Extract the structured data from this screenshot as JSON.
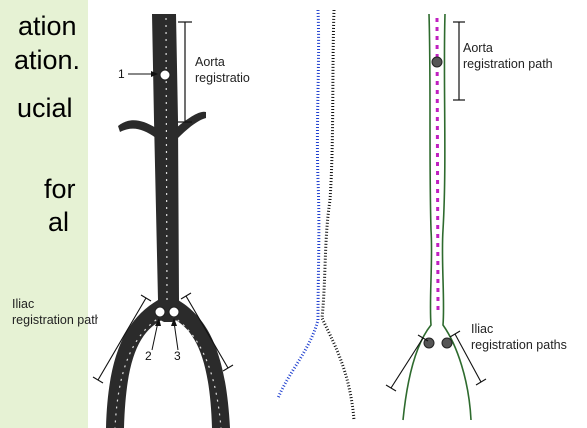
{
  "slide_text": {
    "line1": "ation",
    "line2": "ation.",
    "line3": "ucial",
    "line4": "for",
    "line5": "al"
  },
  "figure_left": {
    "aorta_label_1": "Aorta",
    "aorta_label_2": "registration path",
    "iliac_label_1": "Iliac",
    "iliac_label_2": "registration paths",
    "marker_1": "1",
    "marker_2": "2",
    "marker_3": "3"
  },
  "figure_right": {
    "aorta_label_1": "Aorta",
    "aorta_label_2": "registration path",
    "iliac_label_1": "Iliac",
    "iliac_label_2": "registration paths"
  },
  "colors": {
    "background": "#e6f2d4",
    "vessel": "#2b2b2b",
    "point_cloud_blue": "#1f3fcf",
    "centerline_magenta": "#c020c0",
    "outline_green": "#2e6b2e"
  }
}
